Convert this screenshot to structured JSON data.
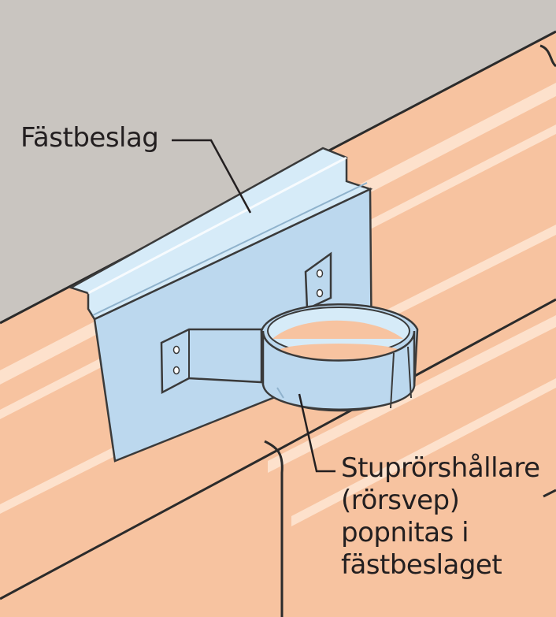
{
  "labels": {
    "bracket": "Fästbeslag",
    "holder_lines": [
      "Stuprörshållare",
      "(rörsvep)",
      "popnitas i",
      "fästbeslaget"
    ]
  },
  "colors": {
    "wall": "#c9c5c0",
    "roof_sheet": "#f7c3a0",
    "roof_highlight": "#fde1cc",
    "metal": "#bcd8ee",
    "metal_light": "#d6ebf8",
    "outline": "#3a3a3a",
    "leader_line": "#231f20"
  },
  "icons": [
    "mounting-bracket-icon",
    "pipe-clip-icon",
    "rivet-icon"
  ]
}
